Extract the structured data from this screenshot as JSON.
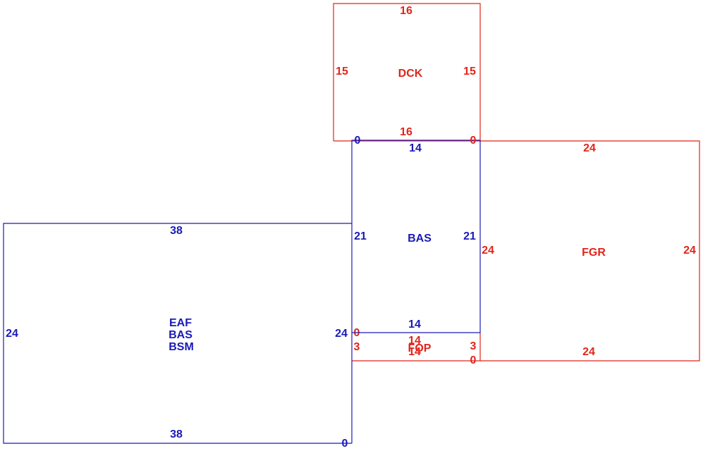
{
  "colors": {
    "red": "#e0251b",
    "blue": "#1a1ab8"
  },
  "rooms": {
    "dck": {
      "label": "DCK",
      "top": "16",
      "bottom": "16",
      "left": "15",
      "right": "15"
    },
    "bas": {
      "label": "BAS",
      "top": "14",
      "bottom": "14",
      "left": "21",
      "right": "21",
      "corner_tl": "0",
      "corner_tr": "0"
    },
    "fgr": {
      "label": "FGR",
      "top": "24",
      "bottom": "24",
      "left": "24",
      "right": "24"
    },
    "fop": {
      "label": "FOP",
      "top": "14",
      "bottom": "14",
      "left": "3",
      "right": "3",
      "corner_tl": "0",
      "corner_br": "0"
    },
    "eaf": {
      "label_1": "EAF",
      "label_2": "BAS",
      "label_3": "BSM",
      "top": "38",
      "bottom": "38",
      "left": "24",
      "right": "24",
      "corner_br": "0"
    }
  }
}
